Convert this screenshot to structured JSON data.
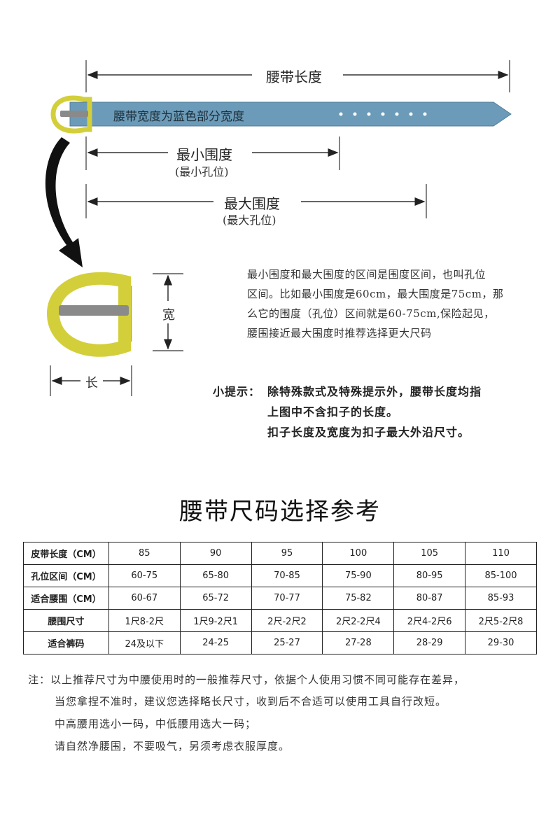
{
  "diagram": {
    "belt_length_label": "腰带长度",
    "belt_width_label": "腰带宽度为蓝色部分宽度",
    "min_circ_label": "最小围度",
    "min_circ_sub": "(最小孔位)",
    "max_circ_label": "最大围度",
    "max_circ_sub": "(最大孔位)",
    "buckle_width_label": "宽",
    "buckle_length_label": "长",
    "colors": {
      "strap": "#6b9bb8",
      "buckle": "#d3cf3a",
      "prong": "#8a8a8a",
      "arrow": "#111111"
    }
  },
  "explanation": {
    "lines": [
      "最小围度和最大围度的区间是围度区间，也叫孔位",
      "区间。比如最小围度是60cm，最大围度是75cm，那",
      "么它的围度（孔位）区间就是60-75cm,保险起见，",
      "腰围接近最大围度时推荐选择更大尺码"
    ]
  },
  "tips": {
    "prefix": "小提示：",
    "lines": [
      "除特殊款式及特殊提示外，腰带长度均指",
      "上图中不含扣子的长度。",
      "扣子长度及宽度为扣子最大外沿尺寸。"
    ]
  },
  "size_chart": {
    "title": "腰带尺码选择参考",
    "rows": [
      {
        "header": "皮带长度（CM）",
        "values": [
          "85",
          "90",
          "95",
          "100",
          "105",
          "110"
        ]
      },
      {
        "header": "孔位区间（CM）",
        "values": [
          "60-75",
          "65-80",
          "70-85",
          "75-90",
          "80-95",
          "85-100"
        ]
      },
      {
        "header": "适合腰围（CM）",
        "values": [
          "60-67",
          "65-72",
          "70-77",
          "75-82",
          "80-87",
          "85-93"
        ]
      },
      {
        "header": "腰围尺寸",
        "values": [
          "1尺8-2尺",
          "1尺9-2尺1",
          "2尺-2尺2",
          "2尺2-2尺4",
          "2尺4-2尺6",
          "2尺5-2尺8"
        ]
      },
      {
        "header": "适合裤码",
        "values": [
          "24及以下",
          "24-25",
          "25-27",
          "27-28",
          "28-29",
          "29-30"
        ]
      }
    ]
  },
  "notes": {
    "lines": [
      "注：以上推荐尺寸为中腰使用时的一般推荐尺寸，依据个人使用习惯不同可能存在差异，",
      "当您拿捏不准时，建议您选择略长尺寸，收到后不合适可以使用工具自行改短。",
      "中高腰用选小一码，中低腰用选大一码；",
      "请自然净腰围，不要吸气，另须考虑衣服厚度。"
    ]
  }
}
